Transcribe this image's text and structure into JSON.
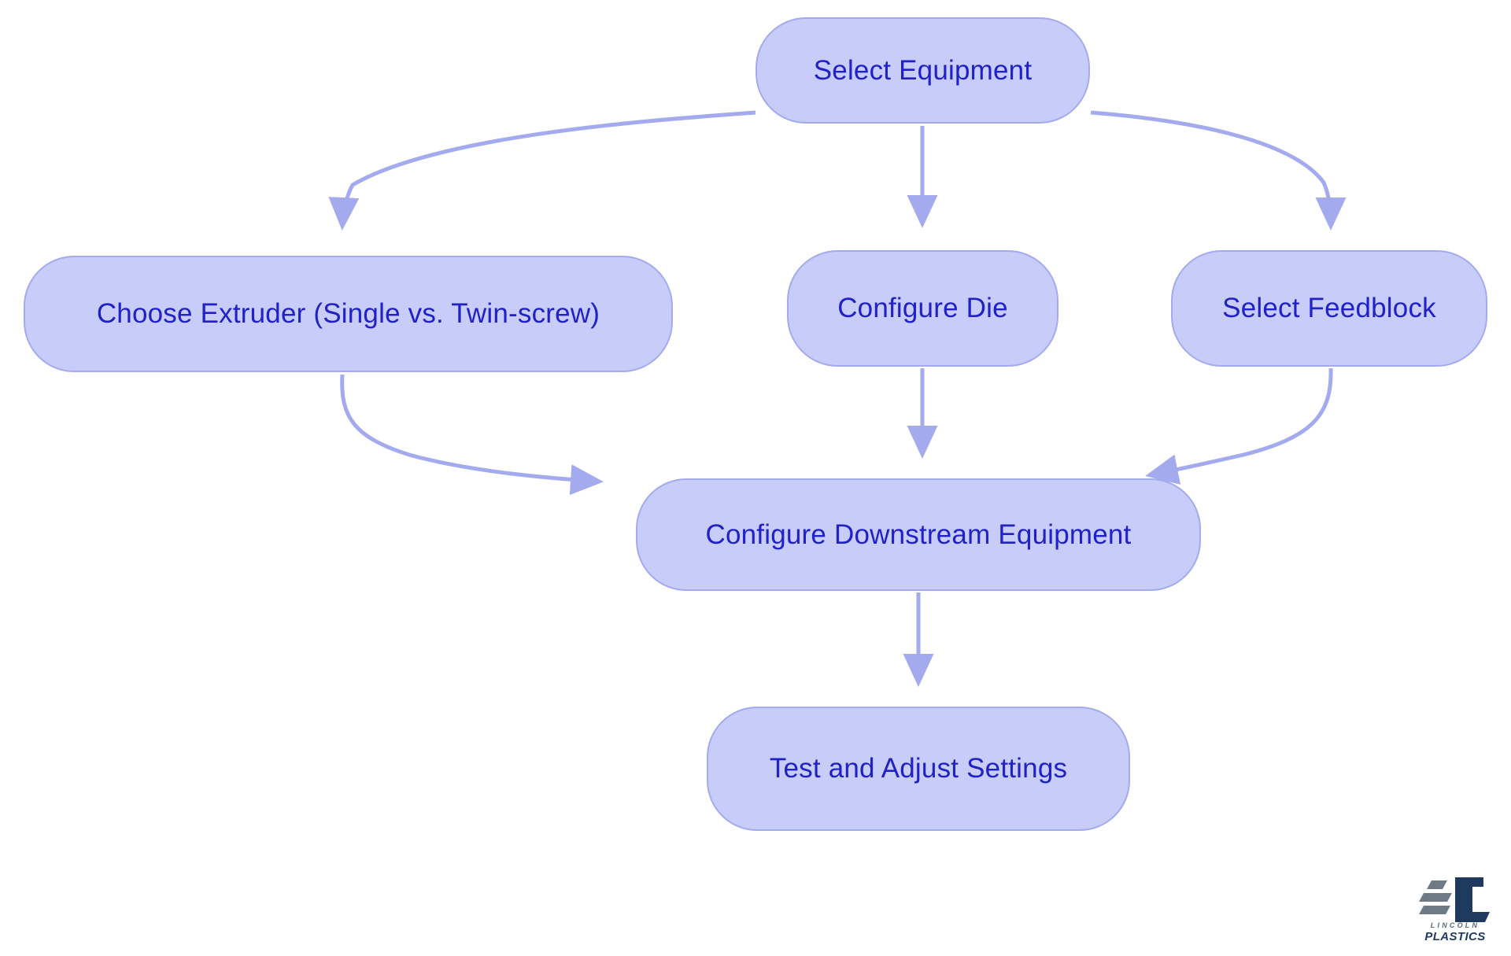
{
  "diagram": {
    "type": "flowchart",
    "orientation": "top-down",
    "background_color": "#FFFFFF",
    "node_fill_color": "#C8CCF8",
    "node_border_color": "#A3AAEE",
    "node_text_color": "#2121C8",
    "edge_color": "#A3AAEE",
    "nodes": [
      {
        "id": "select-equipment",
        "label": "Select Equipment"
      },
      {
        "id": "choose-extruder",
        "label": "Choose Extruder (Single vs. Twin-screw)"
      },
      {
        "id": "configure-die",
        "label": "Configure Die"
      },
      {
        "id": "select-feedblock",
        "label": "Select Feedblock"
      },
      {
        "id": "configure-downstream",
        "label": "Configure Downstream Equipment"
      },
      {
        "id": "test-adjust",
        "label": "Test and Adjust Settings"
      }
    ],
    "edges": [
      {
        "from": "select-equipment",
        "to": "choose-extruder",
        "style": "curved"
      },
      {
        "from": "select-equipment",
        "to": "configure-die",
        "style": "straight"
      },
      {
        "from": "select-equipment",
        "to": "select-feedblock",
        "style": "curved"
      },
      {
        "from": "choose-extruder",
        "to": "configure-downstream",
        "style": "curved"
      },
      {
        "from": "configure-die",
        "to": "configure-downstream",
        "style": "straight"
      },
      {
        "from": "select-feedblock",
        "to": "configure-downstream",
        "style": "curved"
      },
      {
        "from": "configure-downstream",
        "to": "test-adjust",
        "style": "straight"
      }
    ]
  },
  "branding": {
    "logo_name": "lincoln-plastics-logo",
    "line1": "LINCOLN",
    "line2": "PLASTICS",
    "mark_dark_color": "#1F3A5F",
    "mark_gray_color": "#6E7A85"
  }
}
